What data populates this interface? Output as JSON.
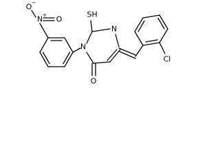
{
  "molecule": {
    "atoms": {
      "n_amide": "N",
      "n_imine": "N",
      "n_nitro": "N",
      "nitro_charge": "+",
      "o_nitro_double": "O",
      "o_nitro_single": "O",
      "o_nitro_charge": "−",
      "thiol": "SH",
      "carbonyl_o": "O",
      "chlorine": "Cl"
    }
  }
}
